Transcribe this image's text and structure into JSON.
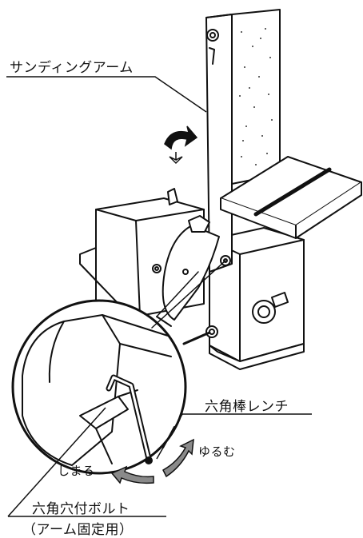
{
  "labels": {
    "sanding_arm": "サンディングアーム",
    "hex_wrench": "六角棒レンチ",
    "loosen": "ゆるむ",
    "tighten": "しまる",
    "hex_bolt": "六角穴付ボルト",
    "hex_bolt_purpose": "（アーム固定用）"
  },
  "colors": {
    "line": "#111111",
    "arrow_gray": "#8a8a8a",
    "fill_white": "#ffffff",
    "belt_speckle": "#333333"
  },
  "icons": {
    "rotate_arrow": "curved-rotate-arrow-icon",
    "direction_arrow": "curved-direction-arrow-icon"
  }
}
